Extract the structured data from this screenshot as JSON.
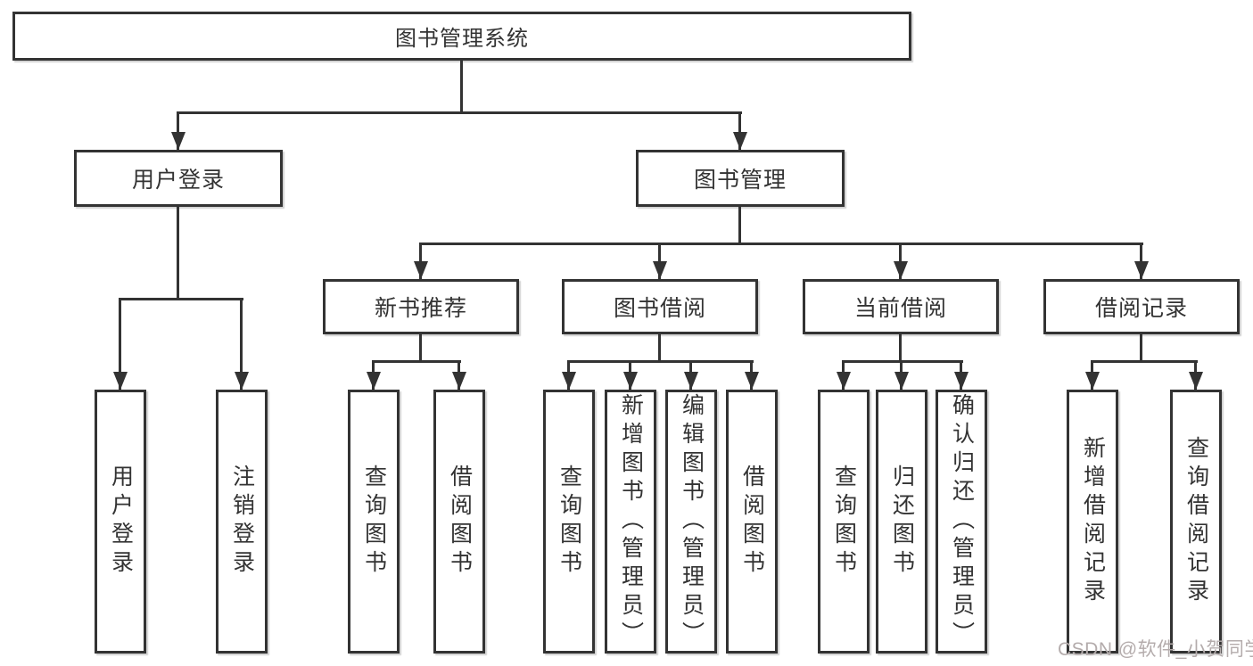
{
  "diagram": {
    "type": "hierarchy-tree",
    "root": {
      "label": "图书管理系统"
    },
    "login": {
      "label": "用户登录",
      "children": [
        {
          "label": "用户登录"
        },
        {
          "label": "注销登录"
        }
      ]
    },
    "manage": {
      "label": "图书管理",
      "sections": [
        {
          "label": "新书推荐",
          "children": [
            {
              "label": "查询图书"
            },
            {
              "label": "借阅图书"
            }
          ]
        },
        {
          "label": "图书借阅",
          "children": [
            {
              "label": "查询图书"
            },
            {
              "label": "新增图书（管理员）"
            },
            {
              "label": "编辑图书（管理员）"
            },
            {
              "label": "借阅图书"
            }
          ]
        },
        {
          "label": "当前借阅",
          "children": [
            {
              "label": "查询图书"
            },
            {
              "label": "归还图书"
            },
            {
              "label": "确认归还（管理员）"
            }
          ]
        },
        {
          "label": "借阅记录",
          "children": [
            {
              "label": "新增借阅记录"
            },
            {
              "label": "查询借阅记录"
            }
          ]
        }
      ]
    },
    "watermark": "CSDN @软件_小贺同学",
    "colors": {
      "line": "#333333",
      "text": "#333333",
      "box_fill": "#ffffff",
      "background": "#ffffff",
      "watermark": "#b4acac"
    }
  }
}
